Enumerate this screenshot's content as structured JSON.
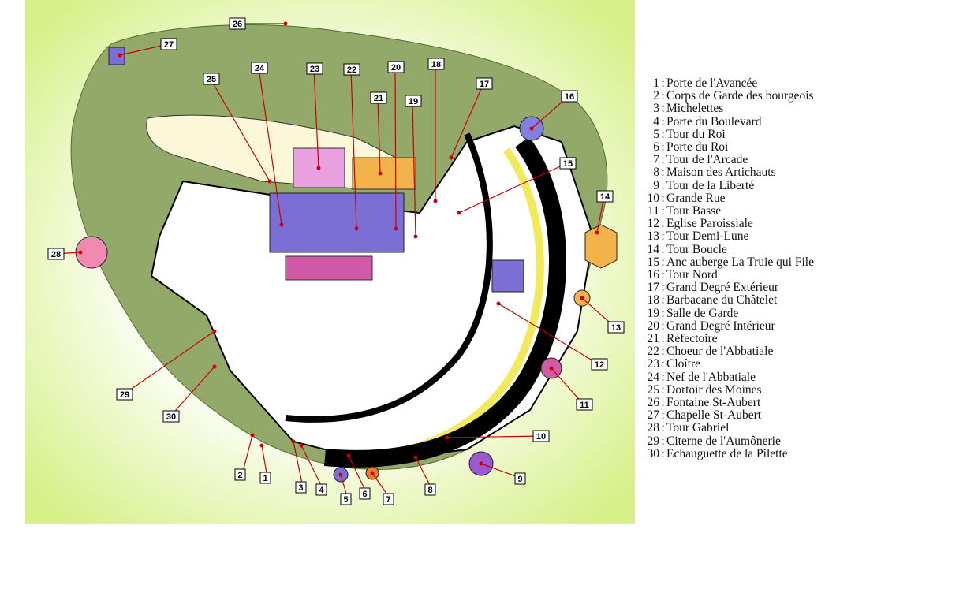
{
  "colors": {
    "background_inner": "#ffffff",
    "background_outer": "#d8f08a",
    "rock": "#8fa866",
    "abbey": "#6a5acd",
    "street": "#f2ea5a",
    "wall": "#000000",
    "marker": "#cc0000"
  },
  "map": {
    "labels": [
      "1",
      "2",
      "3",
      "4",
      "5",
      "6",
      "7",
      "8",
      "9",
      "10",
      "11",
      "12",
      "13",
      "14",
      "15",
      "16",
      "17",
      "18",
      "19",
      "20",
      "21",
      "22",
      "23",
      "24",
      "25",
      "26",
      "27",
      "28",
      "29",
      "30"
    ]
  },
  "legend": [
    {
      "num": "1",
      "name": "Porte de l'Avancée"
    },
    {
      "num": "2",
      "name": "Corps de Garde des bourgeois"
    },
    {
      "num": "3",
      "name": "Michelettes"
    },
    {
      "num": "4",
      "name": "Porte du Boulevard"
    },
    {
      "num": "5",
      "name": "Tour du Roi"
    },
    {
      "num": "6",
      "name": "Porte du Roi"
    },
    {
      "num": "7",
      "name": "Tour de l'Arcade"
    },
    {
      "num": "8",
      "name": "Maison des Artichauts"
    },
    {
      "num": "9",
      "name": "Tour de la Liberté"
    },
    {
      "num": "10",
      "name": "Grande Rue"
    },
    {
      "num": "11",
      "name": "Tour Basse"
    },
    {
      "num": "12",
      "name": "Eglise Paroissiale"
    },
    {
      "num": "13",
      "name": "Tour Demi-Lune"
    },
    {
      "num": "14",
      "name": "Tour Boucle"
    },
    {
      "num": "15",
      "name": "Anc auberge La Truie qui File"
    },
    {
      "num": "16",
      "name": "Tour Nord"
    },
    {
      "num": "17",
      "name": "Grand Degré Extérieur"
    },
    {
      "num": "18",
      "name": "Barbacane du Châtelet"
    },
    {
      "num": "19",
      "name": "Salle de Garde"
    },
    {
      "num": "20",
      "name": "Grand Degré Intérieur"
    },
    {
      "num": "21",
      "name": "Réfectoire"
    },
    {
      "num": "22",
      "name": "Choeur de l'Abbatiale"
    },
    {
      "num": "23",
      "name": "Cloître"
    },
    {
      "num": "24",
      "name": "Nef de l'Abbatiale"
    },
    {
      "num": "25",
      "name": "Dortoir des Moines"
    },
    {
      "num": "26",
      "name": "Fontaine St-Aubert"
    },
    {
      "num": "27",
      "name": "Chapelle St-Aubert"
    },
    {
      "num": "28",
      "name": "Tour Gabriel"
    },
    {
      "num": "29",
      "name": "Citerne de l'Aumônerie"
    },
    {
      "num": "30",
      "name": "Echauguette de la Pilette"
    }
  ],
  "legend_separator": ":"
}
